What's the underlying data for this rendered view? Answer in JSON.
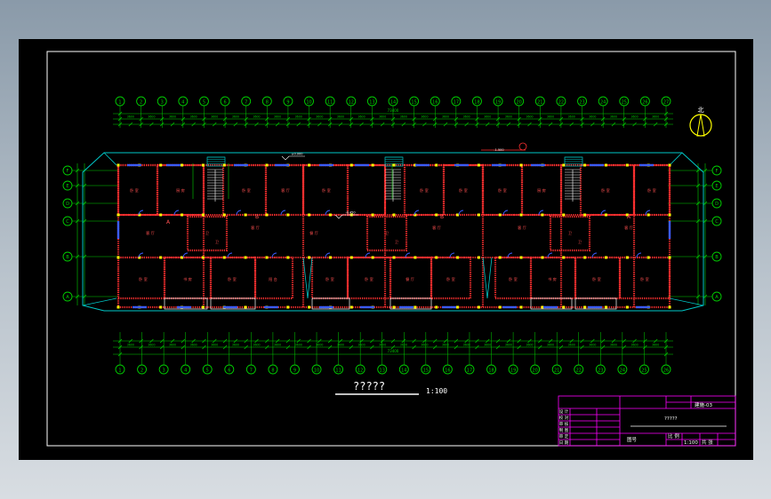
{
  "colors": {
    "background_gradient_top": "#8a9aa9",
    "background_gradient_bottom": "#d8dde2",
    "sheet": "#000000",
    "frame": "#ffffff",
    "dimension": "#00d000",
    "axis_bubble": "#00d000",
    "walls": "#ff3030",
    "outline": "#00c8c8",
    "windows": "#3a5cff",
    "room_text": "#ff5050",
    "title_block": "#ff00ff",
    "fixtures": "#ffff00"
  },
  "drawing": {
    "title": "?????",
    "scale": "1:100",
    "north_label": "北",
    "axes_top": [
      "1",
      "2",
      "3",
      "4",
      "5",
      "6",
      "7",
      "8",
      "9",
      "10",
      "11",
      "12",
      "13",
      "14",
      "15",
      "16",
      "17",
      "18",
      "19",
      "20",
      "21",
      "22",
      "23",
      "24",
      "25",
      "26",
      "27"
    ],
    "axes_bottom": [
      "1",
      "2",
      "3",
      "4",
      "5",
      "6",
      "7",
      "8",
      "9",
      "10",
      "11",
      "12",
      "13",
      "14",
      "15",
      "16",
      "17",
      "18",
      "19",
      "20",
      "21",
      "22",
      "23",
      "24",
      "25",
      "26"
    ],
    "axes_side": [
      "F",
      "E",
      "D",
      "C",
      "B",
      "A"
    ],
    "overall_dim_top": "73400",
    "overall_dim_bottom": "73400",
    "level_marks": [
      "±0.000",
      "-0.450",
      "-1.500"
    ],
    "unit_labels": [
      "A",
      "B",
      "B",
      "A"
    ],
    "room_labels": [
      "卧 室",
      "厨 房",
      "卫",
      "客 厅",
      "餐 厅",
      "阳 台",
      "卧 室",
      "书 房"
    ]
  },
  "title_block": {
    "project": "?????",
    "drawing_no": "建施-03",
    "rows_left": [
      "设 计",
      "校 对",
      "审 核",
      "制 图",
      "审 定",
      "日 期"
    ],
    "sheet_label": "图号",
    "scale_label": "比 例",
    "scale_value": "1:100",
    "sheet_value": "共 张"
  }
}
